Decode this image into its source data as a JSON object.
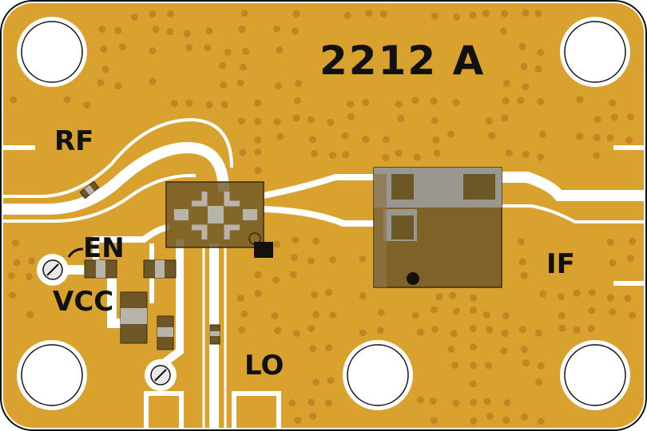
{
  "board": {
    "part_number": "2212 A",
    "labels": {
      "rf": "RF",
      "en": "EN",
      "vcc": "VCC",
      "lo": "LO",
      "if": "IF"
    },
    "colors": {
      "board_edge": "#111111",
      "copper": "#D9A12E",
      "trace": "#FFFFFF",
      "via": "#C18624",
      "component": "#6E5727",
      "component_dark": "#3A2A10",
      "silkscreen": "#111111",
      "pad_gray": "#B8B4AA"
    }
  }
}
